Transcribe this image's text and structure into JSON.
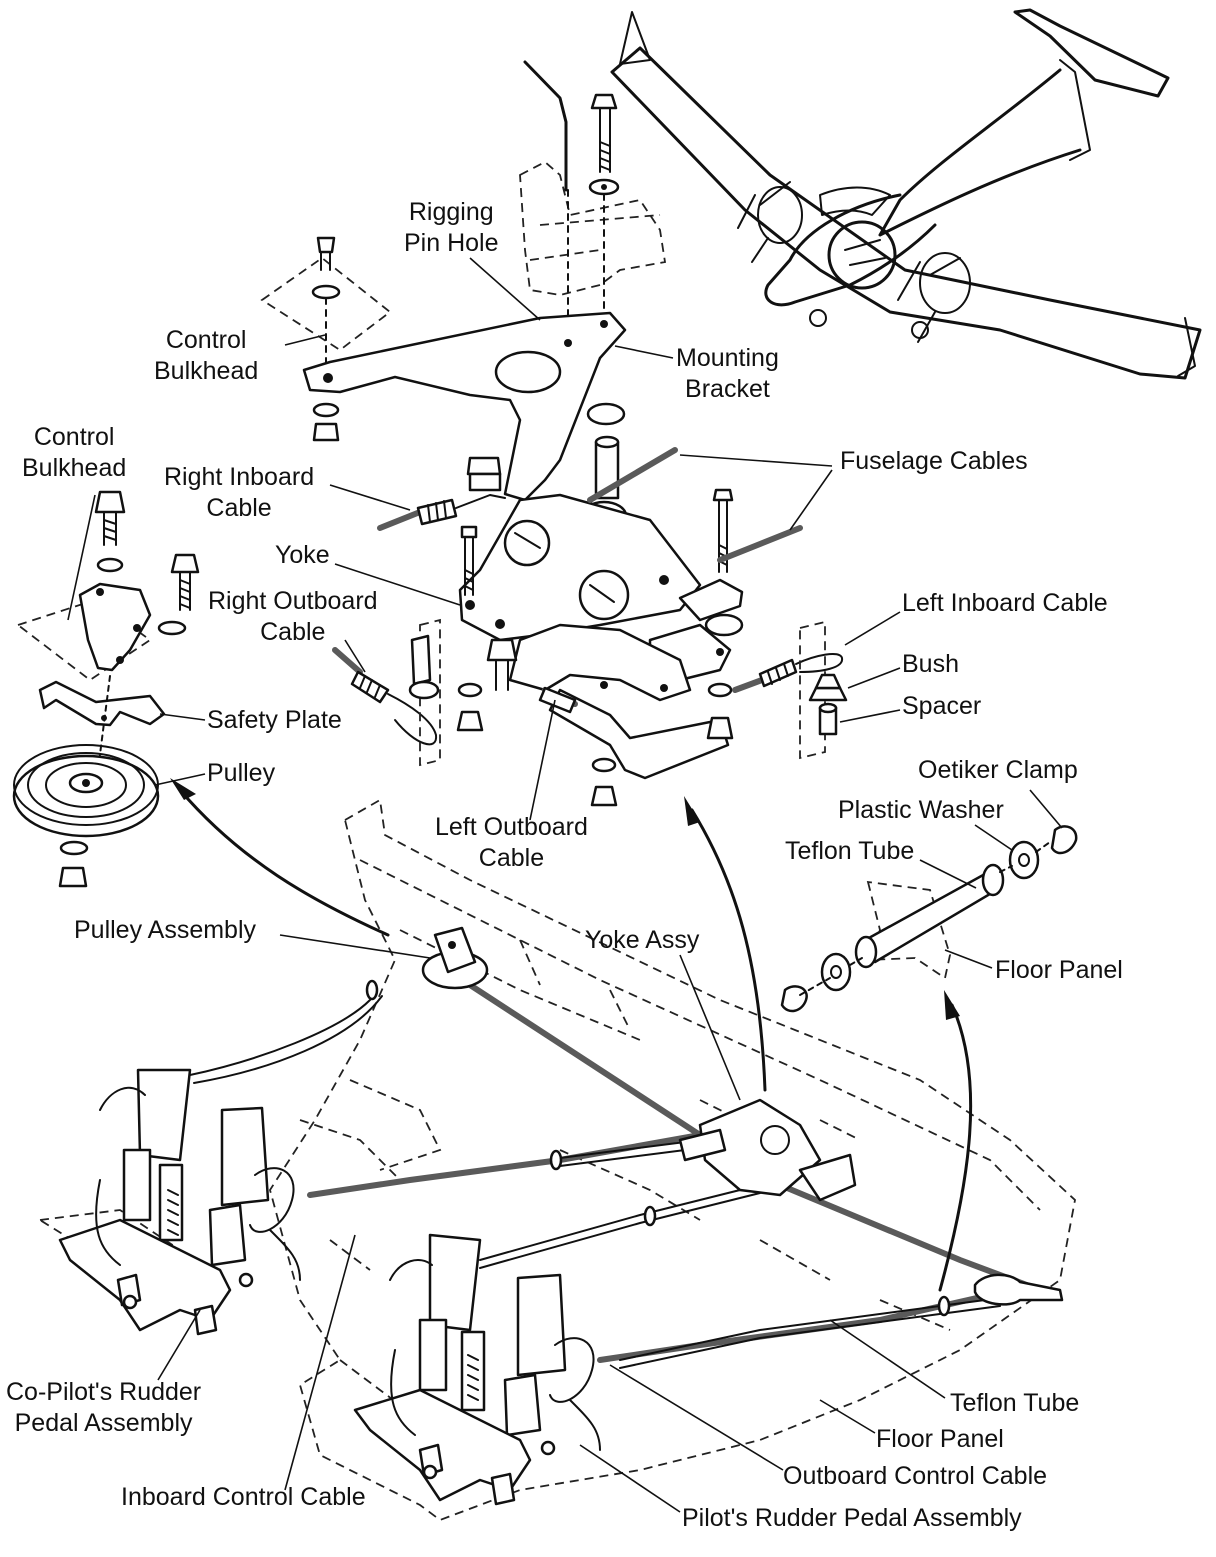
{
  "labels": {
    "rigging_pin_hole": [
      "Rigging",
      "Pin Hole"
    ],
    "control_bulkhead_top": [
      "Control",
      "Bulkhead"
    ],
    "mounting_bracket": [
      "Mounting",
      "Bracket"
    ],
    "control_bulkhead_left": [
      "Control",
      "Bulkhead"
    ],
    "right_inboard_cable": [
      "Right Inboard",
      "Cable"
    ],
    "fuselage_cables": "Fuselage Cables",
    "yoke": "Yoke",
    "right_outboard_cable": [
      "Right Outboard",
      "Cable"
    ],
    "left_inboard_cable": "Left Inboard Cable",
    "bush": "Bush",
    "spacer": "Spacer",
    "safety_plate": "Safety Plate",
    "pulley": "Pulley",
    "oetiker_clamp": "Oetiker Clamp",
    "plastic_washer": "Plastic Washer",
    "left_outboard_cable": [
      "Left Outboard",
      "Cable"
    ],
    "teflon_tube_top": "Teflon Tube",
    "pulley_assembly": "Pulley Assembly",
    "yoke_assy": "Yoke Assy",
    "floor_panel_top": "Floor Panel",
    "co_pilot_rudder_pedal_assembly": [
      "Co-Pilot's Rudder",
      "Pedal Assembly"
    ],
    "teflon_tube_bottom": "Teflon Tube",
    "floor_panel_bottom": "Floor Panel",
    "outboard_control_cable": "Outboard Control Cable",
    "inboard_control_cable": "Inboard Control Cable",
    "pilot_rudder_pedal_assembly": "Pilot's Rudder Pedal Assembly"
  }
}
